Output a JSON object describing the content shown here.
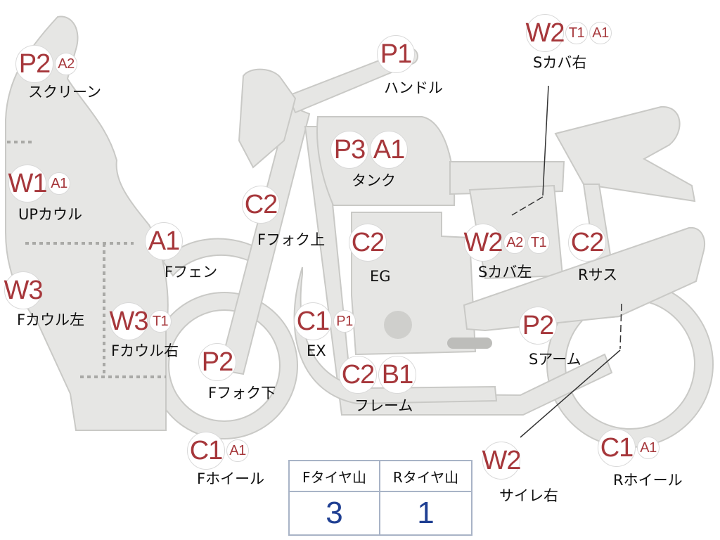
{
  "colors": {
    "part_fill": "#e6e6e4",
    "part_stroke": "#c9c9c6",
    "code_text": "#a6373b",
    "table_border": "#a8b3c6",
    "table_value": "#1f3f92"
  },
  "callouts": [
    {
      "id": "screen",
      "codes": [
        "P2",
        "A2"
      ],
      "label": "スクリーン"
    },
    {
      "id": "up-cowl",
      "codes": [
        "W1",
        "A1"
      ],
      "label": "UPカウル"
    },
    {
      "id": "cowl-left",
      "codes": [
        "W3"
      ],
      "label": "Fカウル左"
    },
    {
      "id": "cowl-right",
      "codes": [
        "W3",
        "T1"
      ],
      "label": "Fカウル右"
    },
    {
      "id": "f-fender",
      "codes": [
        "A1"
      ],
      "label": "Fフェン"
    },
    {
      "id": "f-fork-upper",
      "codes": [
        "C2"
      ],
      "label": "Fフォク上"
    },
    {
      "id": "f-fork-lower",
      "codes": [
        "P2"
      ],
      "label": "Fフォク下"
    },
    {
      "id": "f-wheel",
      "codes": [
        "C1",
        "A1"
      ],
      "label": "Fホイール"
    },
    {
      "id": "handle",
      "codes": [
        "P1"
      ],
      "label": "ハンドル"
    },
    {
      "id": "tank",
      "codes": [
        "P3",
        "A1"
      ],
      "label": "タンク"
    },
    {
      "id": "engine",
      "codes": [
        "C2"
      ],
      "label": "EG"
    },
    {
      "id": "exhaust",
      "codes": [
        "C1",
        "P1"
      ],
      "label": "EX"
    },
    {
      "id": "frame",
      "codes": [
        "C2",
        "B1"
      ],
      "label": "フレーム"
    },
    {
      "id": "side-cover-right",
      "codes": [
        "W2",
        "T1",
        "A1"
      ],
      "label": "Sカバ右"
    },
    {
      "id": "side-cover-left",
      "codes": [
        "W2",
        "A2",
        "T1"
      ],
      "label": "Sカバ左"
    },
    {
      "id": "r-suspension",
      "codes": [
        "C2"
      ],
      "label": "Rサス"
    },
    {
      "id": "swing-arm",
      "codes": [
        "P2"
      ],
      "label": "Sアーム"
    },
    {
      "id": "silencer-right",
      "codes": [
        "W2"
      ],
      "label": "サイレ右"
    },
    {
      "id": "r-wheel",
      "codes": [
        "C1",
        "A1"
      ],
      "label": "Rホイール"
    }
  ],
  "tread_table": {
    "headers": [
      "Fタイヤ山",
      "Rタイヤ山"
    ],
    "values": [
      "3",
      "1"
    ]
  }
}
